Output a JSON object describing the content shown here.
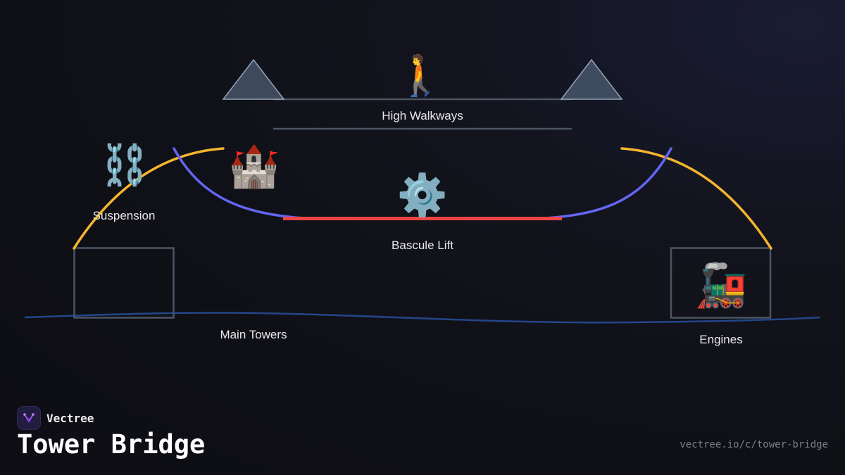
{
  "brand": {
    "name": "Vectree",
    "logo_icon": "sparkle-fork-icon"
  },
  "page": {
    "title": "Tower Bridge",
    "url": "vectree.io/c/tower-bridge"
  },
  "diagram": {
    "labels": {
      "high_walkways": "High Walkways",
      "suspension": "Suspension",
      "bascule_lift": "Bascule Lift",
      "main_towers": "Main Towers",
      "engines": "Engines"
    },
    "icons": {
      "walker": "🚶",
      "chains": "⛓️",
      "castle": "🏰",
      "gear": "⚙️",
      "locomotive": "🚂"
    },
    "colors": {
      "suspension_cable": "#f5b52e",
      "bascule_arc": "#6366f1",
      "bascule_deck": "#ef4444",
      "walkway": "#4b5563",
      "tower_outline": "#4b5563",
      "river": "#23468a",
      "roof": "#475569"
    }
  }
}
